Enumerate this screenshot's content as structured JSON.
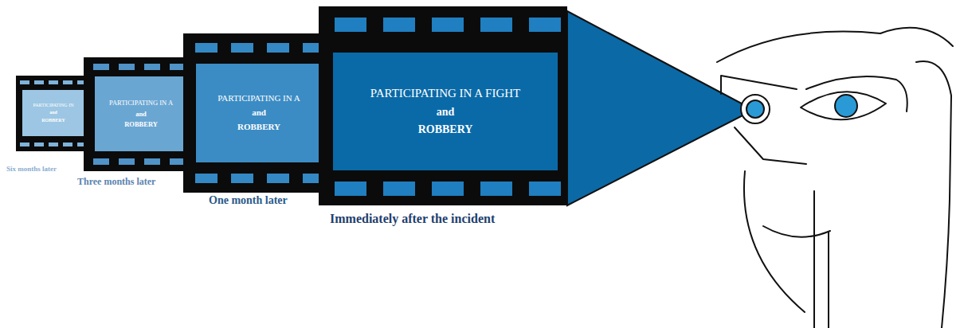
{
  "diagram": {
    "nodes": [
      {
        "text": [
          "PARTICIPATING IN",
          "and",
          "ROBBERY",
          "Six months later"
        ]
      },
      {
        "text": [
          "PARTICIPATING IN A",
          "and",
          "ROBBERY",
          "Three months later"
        ]
      },
      {
        "text": [
          "PARTICIPATING IN A",
          "and",
          "ROBBERY",
          "One month later"
        ]
      },
      {
        "text": [
          "PARTICIPATING IN A FIGHT",
          "and",
          "ROBBERY",
          "Immediately after the incident"
        ]
      }
    ]
  }
}
